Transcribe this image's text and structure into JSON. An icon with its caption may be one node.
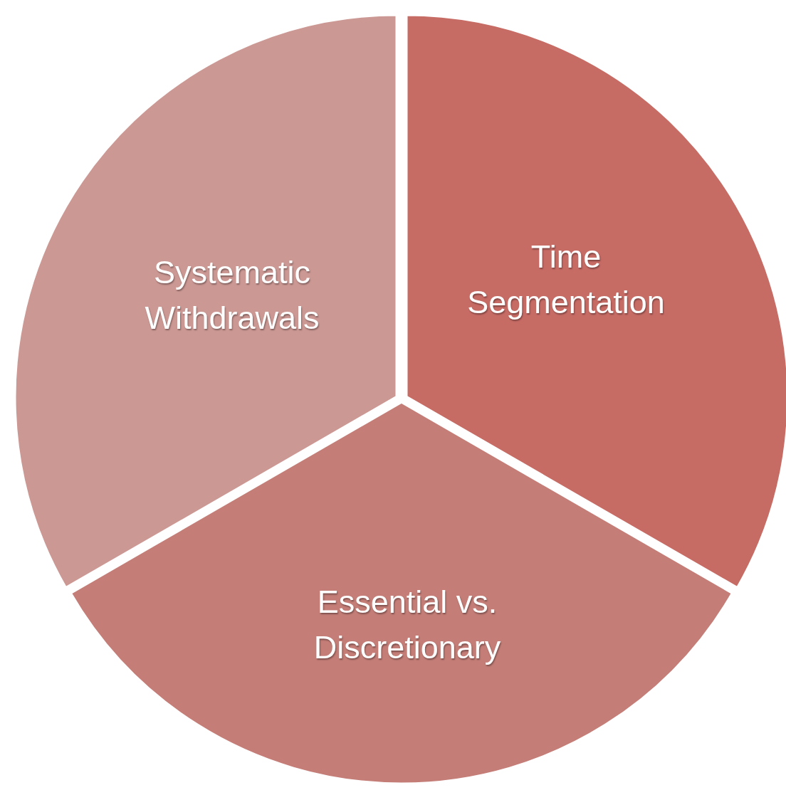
{
  "diagram": {
    "nodes": [
      {
        "text": [
          "Systematic Withdrawals"
        ]
      },
      {
        "text": [
          "Time Segmentation"
        ]
      },
      {
        "text": [
          "Essential vs. Discretionary"
        ]
      }
    ]
  }
}
